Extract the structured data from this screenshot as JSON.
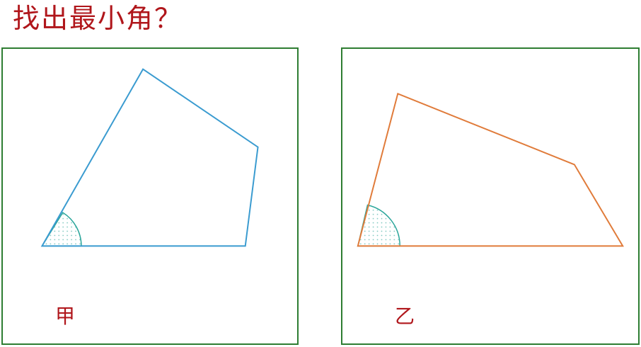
{
  "title": "找出最小角？",
  "panels": [
    {
      "label": "甲",
      "outline_color": "#3a9bd0",
      "angle_marker_color": "#2aa59a"
    },
    {
      "label": "乙",
      "outline_color": "#e07b3a",
      "angle_marker_color": "#2aa59a"
    }
  ],
  "colors": {
    "title": "#b0161b",
    "frame": "#2e7d32",
    "dots": "#7fc8c0"
  }
}
